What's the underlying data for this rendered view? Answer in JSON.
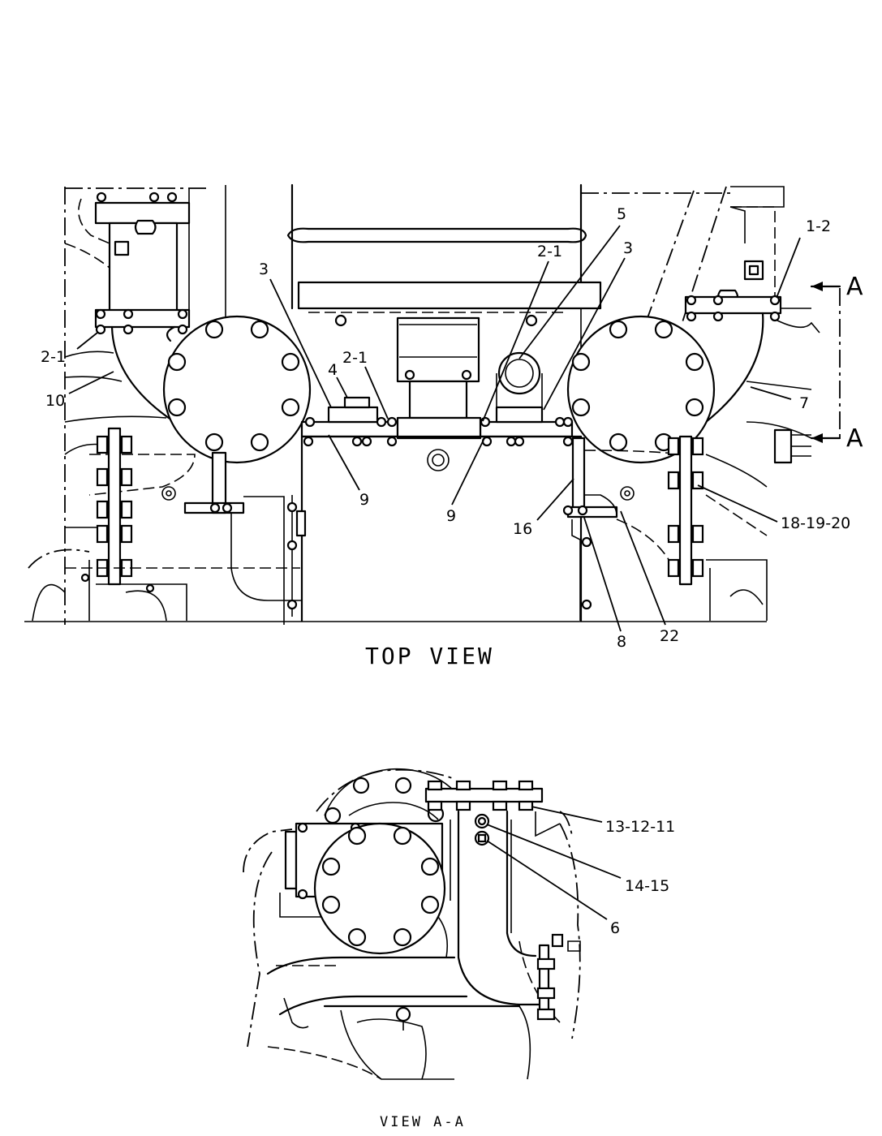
{
  "views": {
    "top_title": "TOP VIEW",
    "section_title": "VIEW A-A"
  },
  "section_marker": {
    "upper": "A",
    "lower": "A"
  },
  "callouts_top": [
    {
      "id": "c-1-2",
      "text": "1-2"
    },
    {
      "id": "c-5",
      "text": "5"
    },
    {
      "id": "c-2-1-top",
      "text": "2-1"
    },
    {
      "id": "c-3-right",
      "text": "3"
    },
    {
      "id": "c-3-left",
      "text": "3"
    },
    {
      "id": "c-2-1-left",
      "text": "2-1"
    },
    {
      "id": "c-10",
      "text": "10"
    },
    {
      "id": "c-4",
      "text": "4"
    },
    {
      "id": "c-2-1-mid",
      "text": "2-1"
    },
    {
      "id": "c-7",
      "text": "7"
    },
    {
      "id": "c-9-left",
      "text": "9"
    },
    {
      "id": "c-9-right",
      "text": "9"
    },
    {
      "id": "c-16",
      "text": "16"
    },
    {
      "id": "c-18-19-20",
      "text": "18-19-20"
    },
    {
      "id": "c-8",
      "text": "8"
    },
    {
      "id": "c-22",
      "text": "22"
    }
  ],
  "callouts_section": [
    {
      "id": "c-13-12-11",
      "text": "13-12-11"
    },
    {
      "id": "c-14-15",
      "text": "14-15"
    },
    {
      "id": "c-6",
      "text": "6"
    }
  ]
}
